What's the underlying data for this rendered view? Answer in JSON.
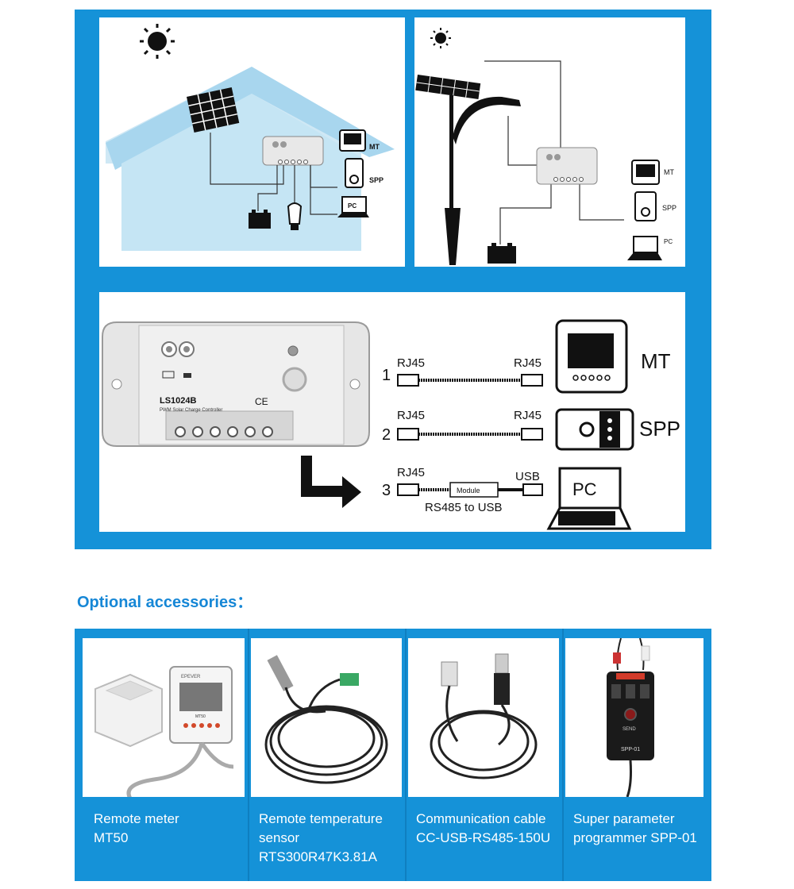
{
  "diagram_house": {
    "mt": "MT",
    "spp": "SPP",
    "pc": "PC"
  },
  "diagram_street": {
    "mt": "MT",
    "spp": "SPP",
    "pc": "PC"
  },
  "connection": {
    "controller_model": "LS1024B",
    "controller_subtitle": "PWM Solar Charge Controller",
    "ce_mark": "CE",
    "rows": [
      {
        "num": "1",
        "left_label": "RJ45",
        "right_label": "RJ45",
        "device": "MT"
      },
      {
        "num": "2",
        "left_label": "RJ45",
        "right_label": "RJ45",
        "device": "SPP"
      },
      {
        "num": "3",
        "left_label": "RJ45",
        "right_label": "USB",
        "device": "PC",
        "module_label": "Module",
        "sub_label": "RS485 to USB"
      }
    ]
  },
  "accessories": {
    "title": "Optional accessories：",
    "items": [
      {
        "label": "Remote meter\nMT50",
        "meter_brand": "EPEVER",
        "meter_model": "MT50"
      },
      {
        "label": "Remote temperature\nsensor\nRTS300R47K3.81A"
      },
      {
        "label": "Communication cable\nCC-USB-RS485-150U"
      },
      {
        "label": "Super  parameter\nprogrammer  SPP-01",
        "device_send": "SEND",
        "device_model": "SPP-01"
      }
    ]
  }
}
